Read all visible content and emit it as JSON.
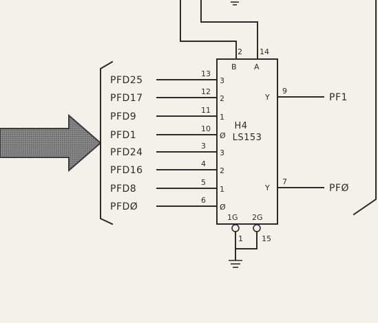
{
  "chip": {
    "ref": "H4",
    "part": "LS153",
    "select_pins": [
      {
        "name": "B",
        "number": "2"
      },
      {
        "name": "A",
        "number": "14"
      }
    ],
    "enable_pins": [
      {
        "name": "1G",
        "number": "1"
      },
      {
        "name": "2G",
        "number": "15"
      }
    ]
  },
  "inputs": [
    {
      "signal": "PFD25",
      "pin": "13",
      "label": "3"
    },
    {
      "signal": "PFD17",
      "pin": "12",
      "label": "2"
    },
    {
      "signal": "PFD9",
      "pin": "11",
      "label": "1"
    },
    {
      "signal": "PFD1",
      "pin": "10",
      "label": "Ø"
    },
    {
      "signal": "PFD24",
      "pin": "3",
      "label": "3"
    },
    {
      "signal": "PFD16",
      "pin": "4",
      "label": "2"
    },
    {
      "signal": "PFD8",
      "pin": "5",
      "label": "1"
    },
    {
      "signal": "PFDØ",
      "pin": "6",
      "label": "Ø"
    }
  ],
  "outputs": [
    {
      "signal": "PF1",
      "pin": "9",
      "label": "Y"
    },
    {
      "signal": "PFØ",
      "pin": "7",
      "label": "Y"
    }
  ]
}
